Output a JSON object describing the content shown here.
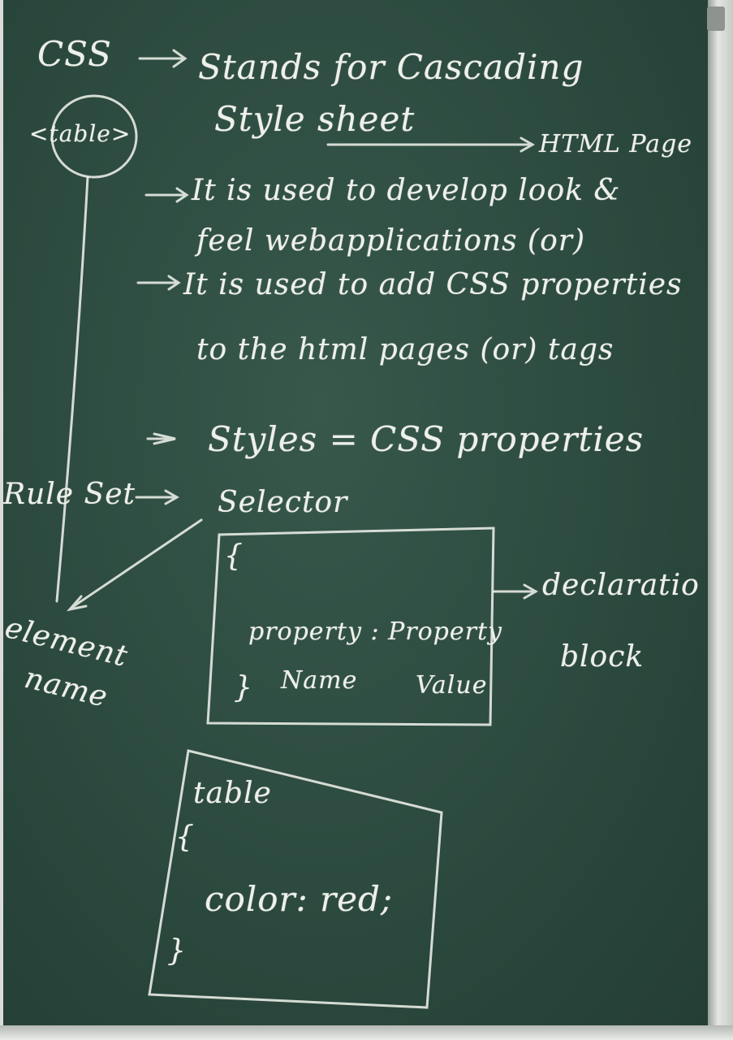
{
  "board": {
    "line1_term": "CSS",
    "line1_rest": "Stands for Cascading",
    "line2": "Style sheet",
    "html_page": "HTML Page",
    "table_tag": "<table>",
    "bullet1_a": "It is used to develop look &",
    "bullet1_b": "feel webapplications (or)",
    "bullet2_a": "It is used to add CSS properties",
    "bullet2_b": "to the html pages (or) tags",
    "styles_eq": "Styles = CSS properties",
    "ruleset": "Rule Set",
    "selector": "Selector",
    "brace_open": "{",
    "property": "property : Property",
    "name": "Name",
    "value": "Value",
    "brace_close": "}",
    "declaration": "declaratio",
    "block": "block",
    "element_label_1": "element",
    "element_label_2": "name",
    "ex_selector": "table",
    "ex_brace_open": "{",
    "ex_decl": "color: red;",
    "ex_brace_close": "}"
  }
}
